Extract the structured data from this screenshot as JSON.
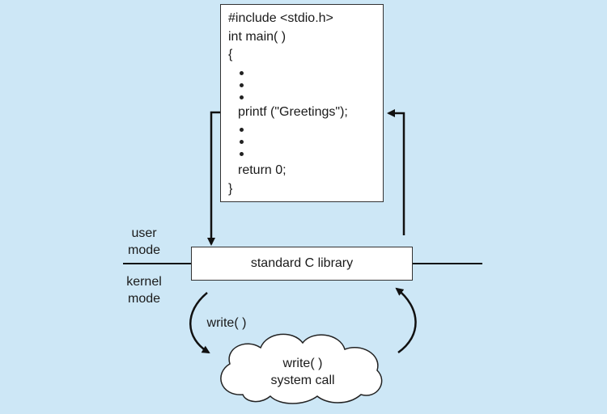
{
  "code": {
    "include": "#include <stdio.h>",
    "main": "int main( )",
    "open_brace": "{",
    "printf": "printf (\"Greetings\");",
    "return": "return 0;",
    "close_brace": "}"
  },
  "library": {
    "label": "standard C library"
  },
  "modes": {
    "user_line1": "user",
    "user_line2": "mode",
    "kernel_line1": "kernel",
    "kernel_line2": "mode"
  },
  "write_call": {
    "label": "write( )"
  },
  "system_call": {
    "line1": "write( )",
    "line2": "system call"
  }
}
